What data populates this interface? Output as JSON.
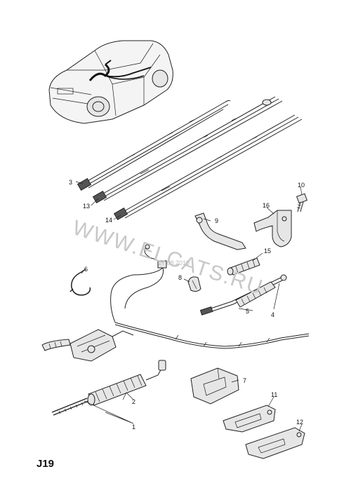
{
  "diagram": {
    "page_ref": "J19",
    "watermark": "WWW.ELCATS.RU",
    "watermark_date": "17.08.2016",
    "callouts": [
      "1",
      "2",
      "3",
      "4",
      "5",
      "6",
      "7",
      "8",
      "9",
      "10",
      "11",
      "12",
      "13",
      "14",
      "15",
      "16"
    ]
  }
}
